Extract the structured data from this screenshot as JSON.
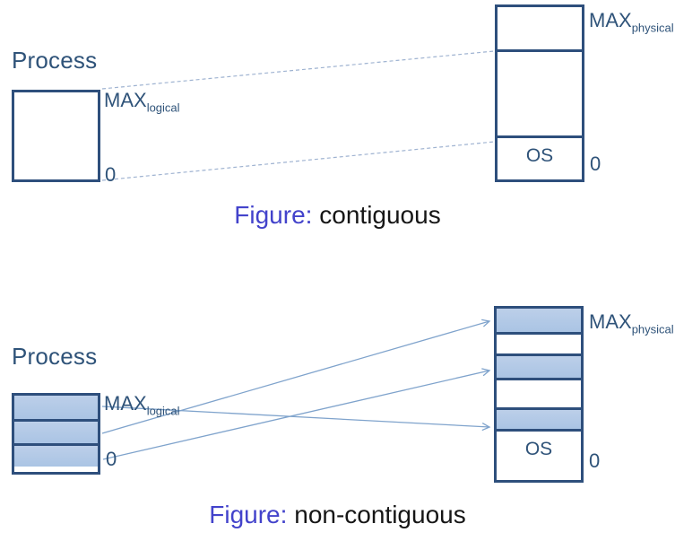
{
  "colors": {
    "navy-border": "#2e4f7c",
    "navy-text": "#2f5379",
    "fill-blue": "#aac4e4",
    "fill-blue-light": "#bccfe9",
    "connector-blue": "#7fa3cc",
    "dashed-blue": "#9fb3d1",
    "caption-label": "#4343cb",
    "caption-text": "#161616",
    "background": "#ffffff"
  },
  "figures": [
    {
      "process_title": "Process",
      "max_logical_base": "MAX",
      "max_logical_sub": "logical",
      "zero_logical": "0",
      "max_physical_base": "MAX",
      "max_physical_sub": "physical",
      "zero_physical": "0",
      "os_label": "OS",
      "caption_label": "Figure:",
      "caption_value": "contiguous"
    },
    {
      "process_title": "Process",
      "max_logical_base": "MAX",
      "max_logical_sub": "logical",
      "zero_logical": "0",
      "max_physical_base": "MAX",
      "max_physical_sub": "physical",
      "zero_physical": "0",
      "os_label": "OS",
      "caption_label": "Figure:",
      "caption_value": "non-contiguous"
    }
  ]
}
